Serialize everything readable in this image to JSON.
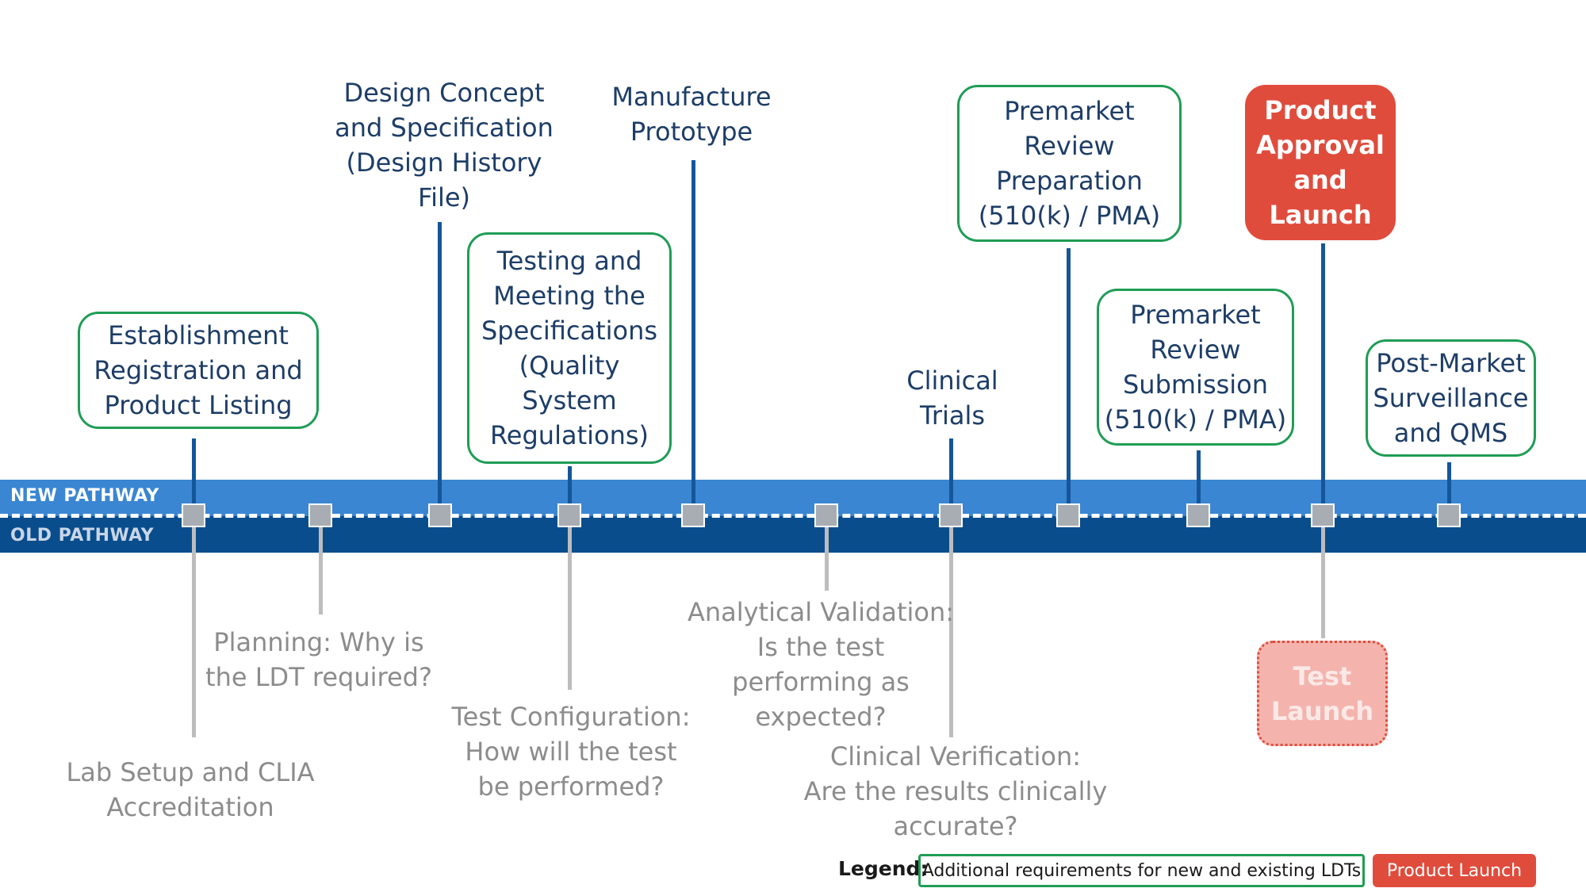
{
  "pathways": {
    "new_label": "NEW PATHWAY",
    "old_label": "OLD PATHWAY"
  },
  "new_steps": [
    {
      "label": "Establishment\nRegistration and\nProduct Listing",
      "style": "additional-requirement"
    },
    {
      "label": "Design Concept\nand Specification\n(Design History\nFile)",
      "style": "plain"
    },
    {
      "label": "Testing and\nMeeting the\nSpecifications\n(Quality\nSystem\nRegulations)",
      "style": "additional-requirement"
    },
    {
      "label": "Manufacture\nPrototype",
      "style": "plain"
    },
    {
      "label": "Clinical\nTrials",
      "style": "plain"
    },
    {
      "label": "Premarket\nReview\nPreparation\n(510(k) / PMA)",
      "style": "additional-requirement"
    },
    {
      "label": "Premarket\nReview\nSubmission\n(510(k) / PMA)",
      "style": "additional-requirement"
    },
    {
      "label": "Product\nApproval\nand\nLaunch",
      "style": "product-launch"
    },
    {
      "label": "Post-Market\nSurveillance\nand QMS",
      "style": "additional-requirement"
    }
  ],
  "old_steps": [
    {
      "label": "Lab Setup and CLIA\nAccreditation"
    },
    {
      "label": "Planning: Why is\nthe LDT required?"
    },
    {
      "label": "Test Configuration:\nHow will the test\nbe performed?"
    },
    {
      "label": "Analytical Validation:\nIs the test\nperforming as\nexpected?"
    },
    {
      "label": "Clinical Verification:\nAre the results clinically\naccurate?"
    },
    {
      "label": "Test\nLaunch"
    }
  ],
  "legend": {
    "title": "Legend",
    "colon": ":",
    "additional": "Additional requirements for new and existing LDTs",
    "launch": "Product Launch"
  },
  "colors": {
    "new_band": "#3a86d2",
    "old_band": "#0a4d8d",
    "green_border": "#1f9d55",
    "launch_red": "#e04c3c",
    "test_launch_pink": "#f4b4ad",
    "marker_gray": "#a8adb3",
    "new_text": "#1d3d67",
    "old_text": "#8c8c8c"
  }
}
